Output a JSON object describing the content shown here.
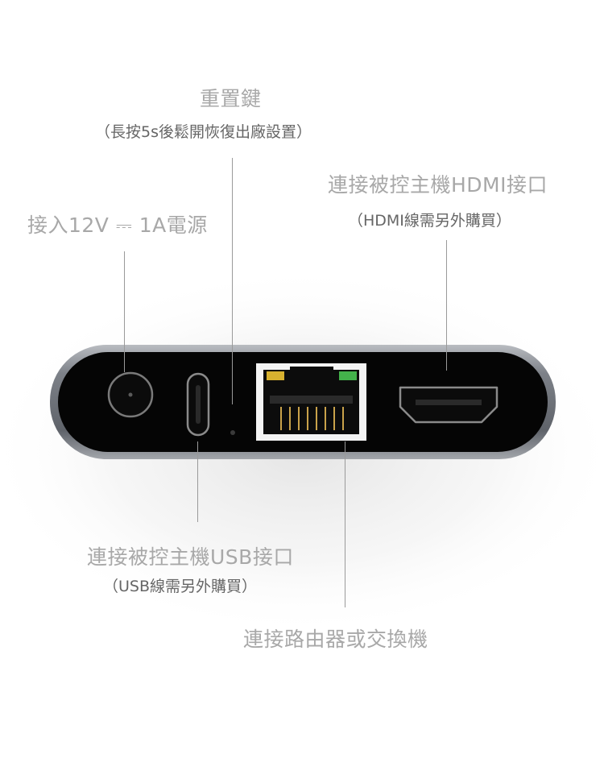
{
  "labels": {
    "reset_title": "重置鍵",
    "reset_note": "（長按5s後鬆開恢復出廠設置）",
    "power": "接入12V ⎓ 1A電源",
    "hdmi_title": "連接被控主機HDMI接口",
    "hdmi_note": "（HDMI線需另外購買）",
    "usb_title": "連接被控主機USB接口",
    "usb_note": "（USB線需另外購買）",
    "ethernet": "連接路由器或交換機"
  },
  "colors": {
    "device_shell": "#7d8188",
    "device_face": "#050505",
    "label_text": "#a8a8a8",
    "leader_line": "#9a9a9a",
    "led_left": "#d7b12f",
    "led_right": "#43b24b"
  },
  "icons": [
    "dc-power-port-icon",
    "usb-c-port-icon",
    "reset-pinhole-icon",
    "rj45-port-icon",
    "hdmi-port-icon"
  ]
}
